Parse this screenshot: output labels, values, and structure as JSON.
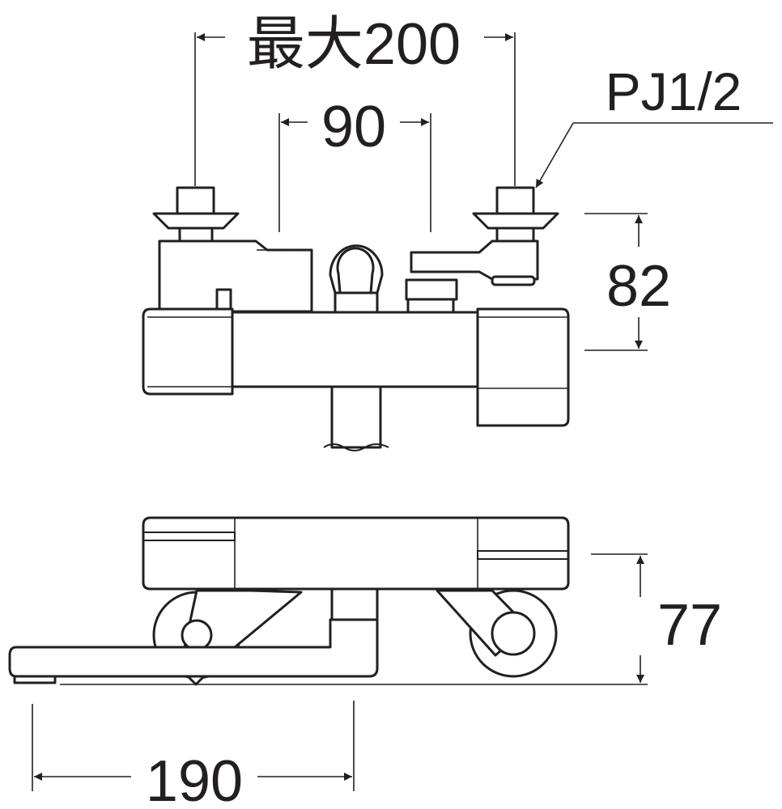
{
  "dimensions": {
    "max_width": "最大200",
    "inner_width": "90",
    "thread": "PJ1/2",
    "height_top": "82",
    "height_side": "77",
    "length": "190"
  },
  "colors": {
    "line": "#231f20",
    "background": "#ffffff"
  }
}
